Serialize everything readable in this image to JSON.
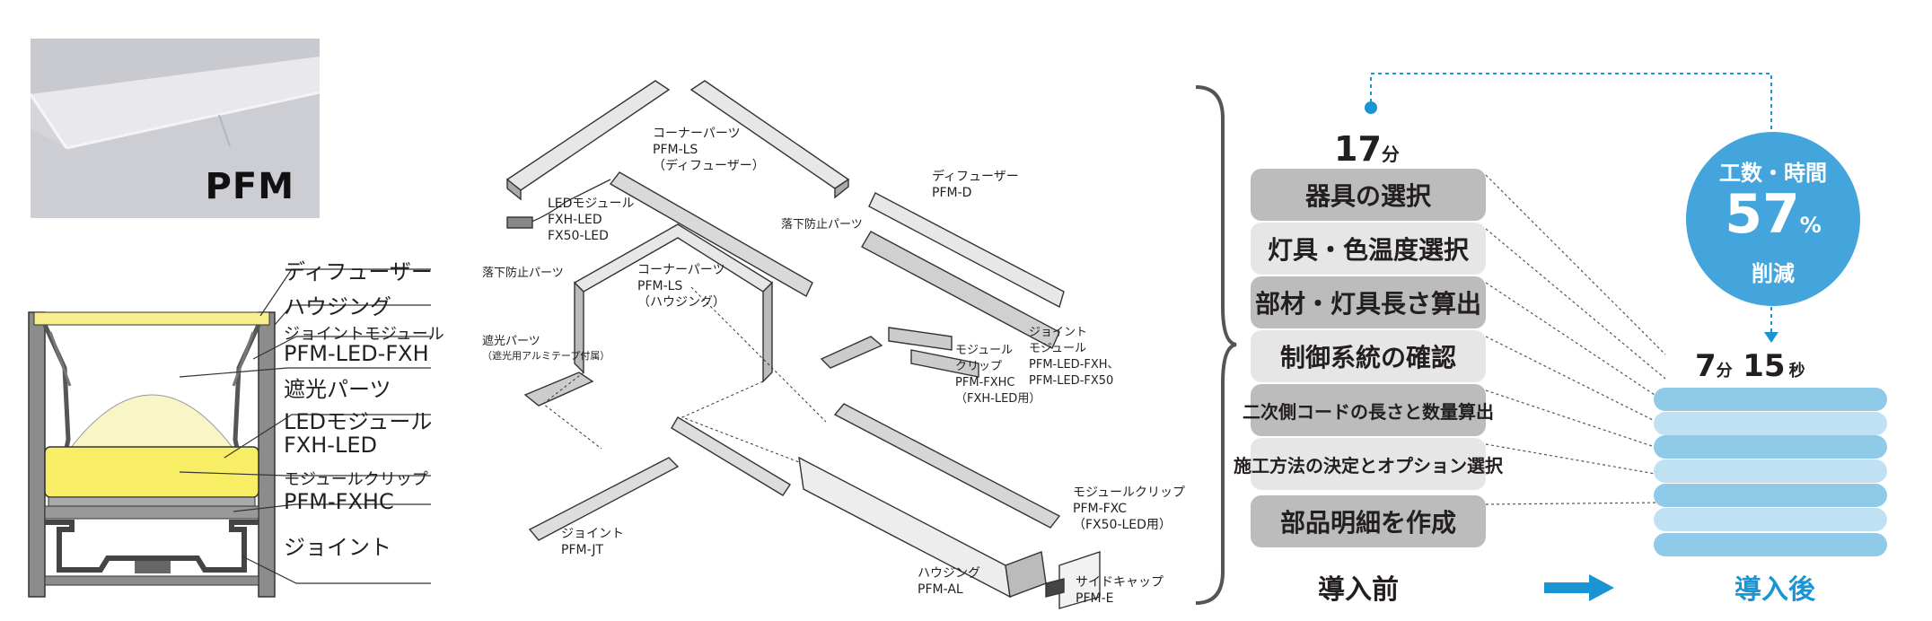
{
  "photo": {
    "label": "PFM"
  },
  "cross_section": {
    "callouts": [
      "ディフューザー",
      "ハウジング",
      "ジョイントモジュール",
      "PFM-LED-FXH",
      "遮光パーツ",
      "LEDモジュール",
      "FXH-LED",
      "モジュールクリップ",
      "PFM-FXHC",
      "ジョイント"
    ]
  },
  "exploded": {
    "labels": {
      "corner_diffuser": "コーナーパーツ\nPFM-LS\n（ディフューザー）",
      "led_module": "LEDモジュール\nFXH-LED\nFX50-LED",
      "fall_prevent_left": "落下防止パーツ",
      "fall_prevent_right": "落下防止パーツ",
      "diffuser": "ディフューザー\nPFM-D",
      "corner_housing": "コーナーパーツ\nPFM-LS\n（ハウジング）",
      "light_shield": "遮光パーツ",
      "light_shield_note": "（遮光用アルミテープ付属）",
      "module_clip": "モジュール\nクリップ\nPFM-FXHC\n（FXH-LED用）",
      "joint_module": "ジョイント\nモジュール\nPFM-LED-FXH、\nPFM-LED-FX50",
      "joint": "ジョイント\nPFM-JT",
      "module_clip_fxc": "モジュールクリップ\nPFM-FXC\n（FX50-LED用）",
      "housing": "ハウジング\nPFM-AL",
      "side_cap": "サイドキャップ\nPFM-E"
    }
  },
  "workflow": {
    "before": {
      "time_value": "17",
      "time_unit": "分",
      "steps": [
        "器具の選択",
        "灯具・色温度選択",
        "部材・灯具長さ算出",
        "制御系統の確認",
        "二次側コードの長さと数量算出",
        "施工方法の決定とオプション選択",
        "部品明細を作成"
      ],
      "label": "導入前"
    },
    "after": {
      "minutes_value": "7",
      "minutes_unit": "分",
      "seconds_value": "15",
      "seconds_unit": "秒",
      "label": "導入後"
    },
    "reduction": {
      "line1": "工数・時間",
      "percent_value": "57",
      "percent_unit": "%",
      "line3": "削減"
    }
  },
  "colors": {
    "accent_blue": "#43a5dc",
    "arrow_blue": "#1a95d3",
    "layer_blue": "#8fcbe9",
    "layer_light": "#bfe1f3",
    "step_gray": "#bcbcbc",
    "step_light": "#e6e6e6",
    "led_yellow": "#f7f08c"
  }
}
